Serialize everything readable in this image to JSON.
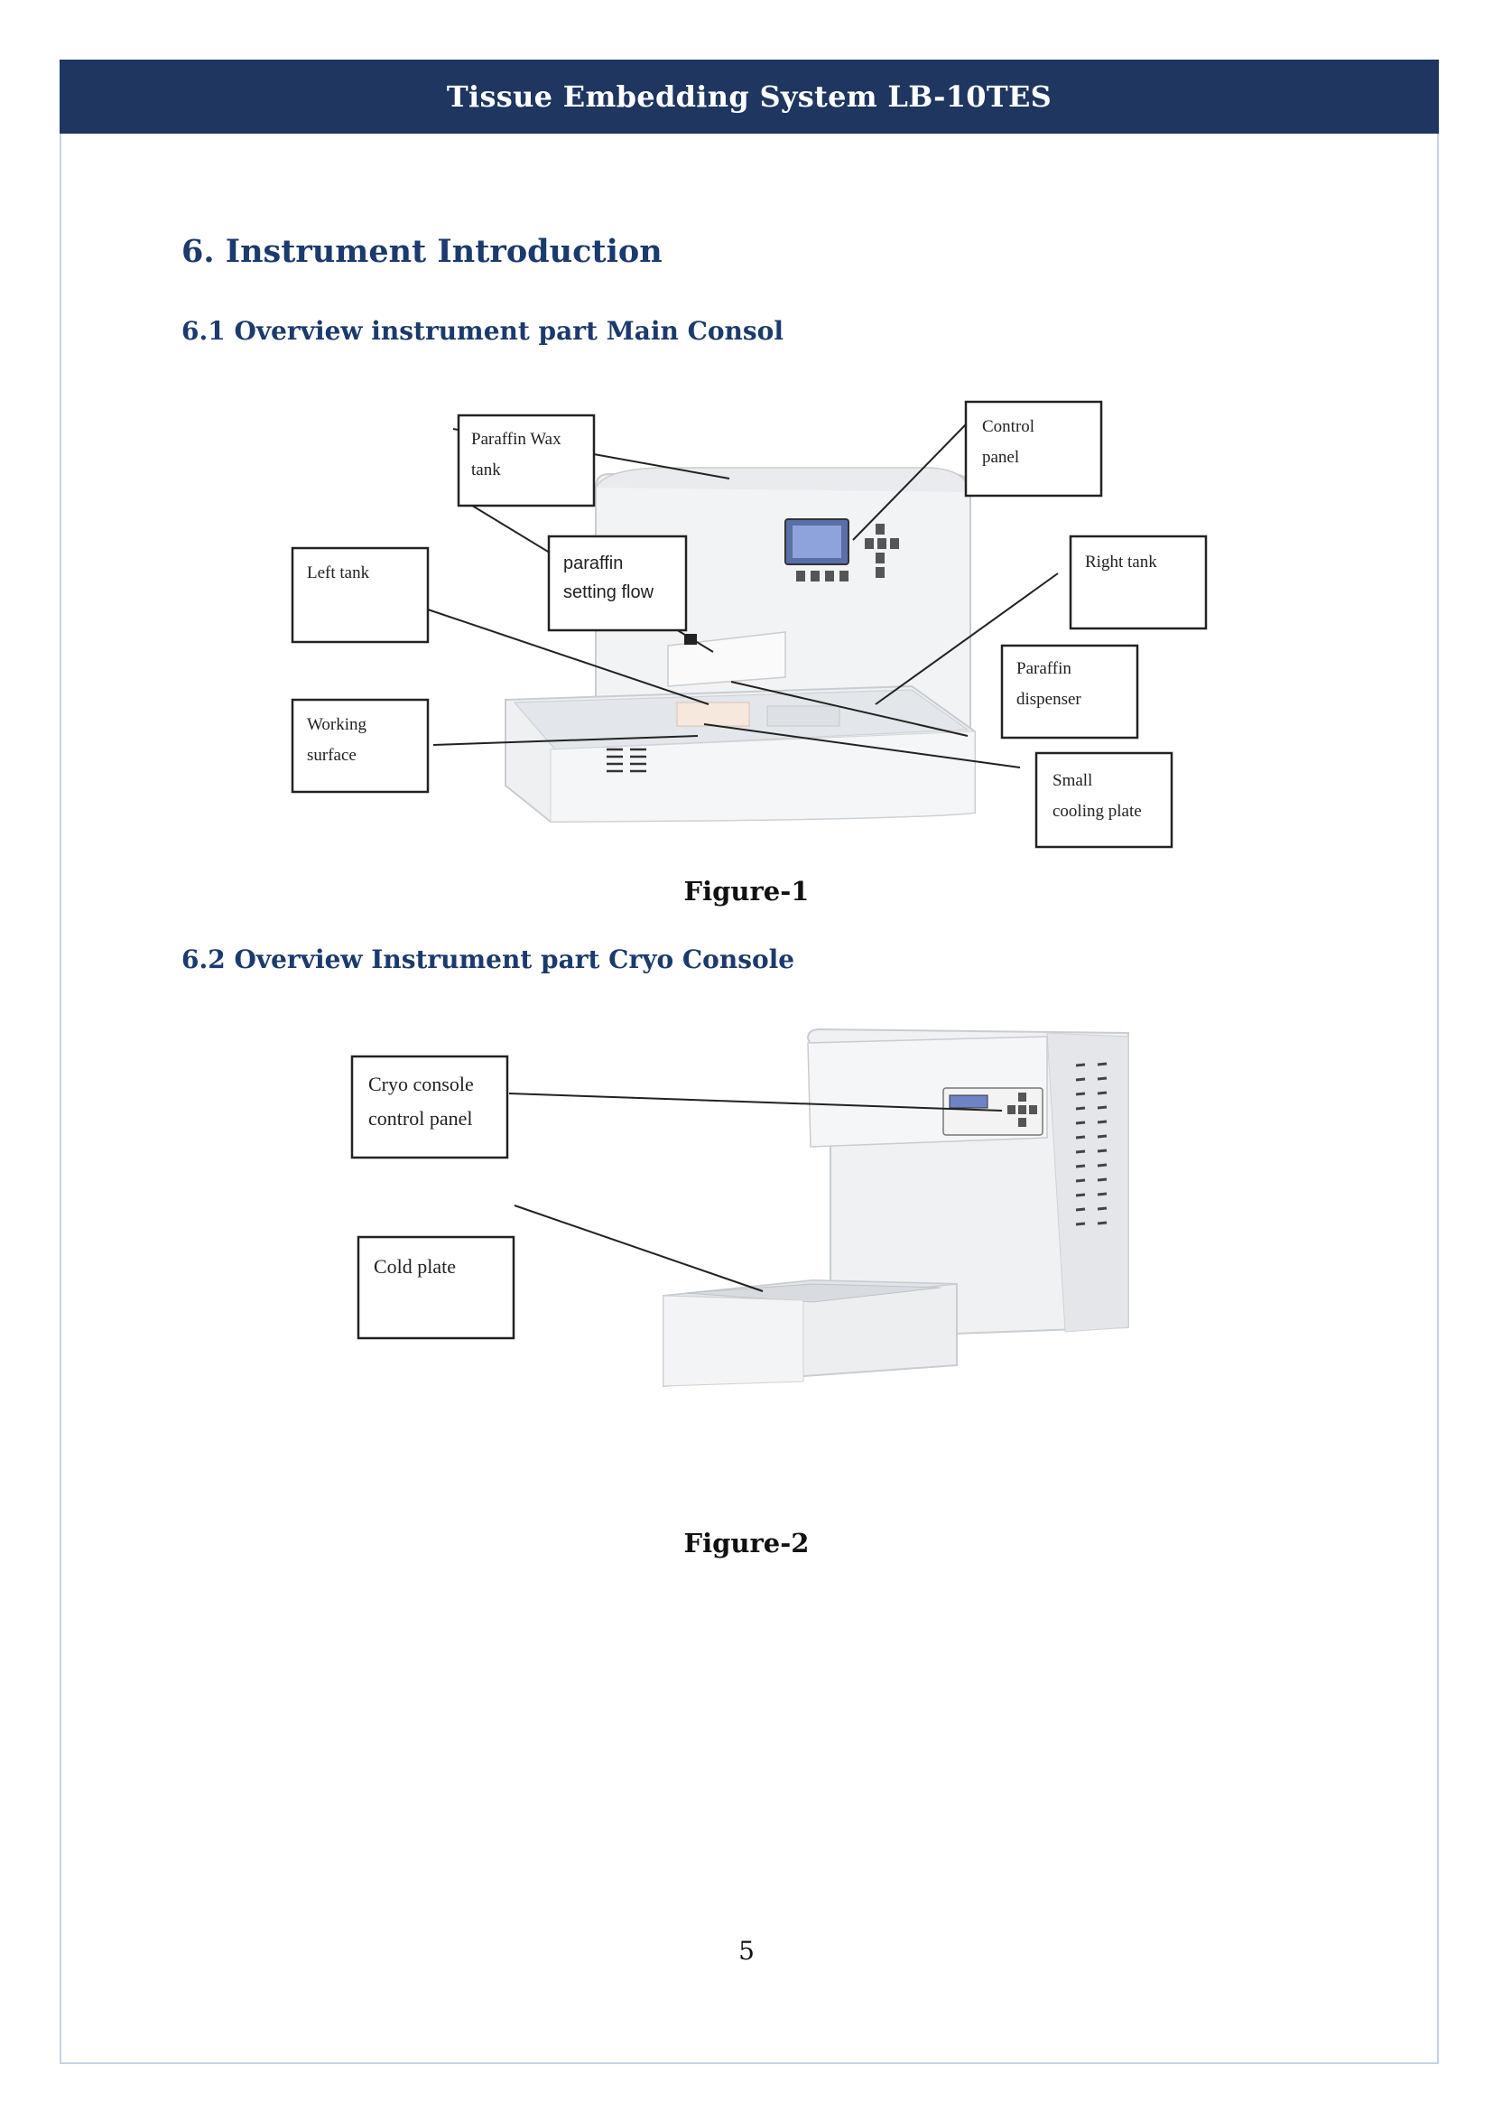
{
  "header": {
    "title": "Tissue Embedding System LB-10TES"
  },
  "section": {
    "title": "6.  Instrument Introduction"
  },
  "subsections": [
    {
      "title": "6.1  Overview instrument part Main Consol"
    },
    {
      "title": "6.2  Overview Instrument part Cryo Console"
    }
  ],
  "figure1": {
    "caption": "Figure-1",
    "callouts": {
      "paraffin_wax_tank": [
        "Paraffin  Wax",
        "tank"
      ],
      "control_panel": [
        "Control",
        "panel"
      ],
      "left_tank": [
        "Left tank"
      ],
      "paraffin_setting_flow": [
        "paraffin",
        "setting flow"
      ],
      "right_tank": [
        "Right tank"
      ],
      "paraffin_dispenser": [
        "Paraffin",
        "dispenser"
      ],
      "working_surface": [
        "Working",
        "surface"
      ],
      "small_cooling_plate": [
        "Small",
        "cooling plate"
      ]
    }
  },
  "figure2": {
    "caption": "Figure-2",
    "callouts": {
      "cryo_control_panel": [
        "Cryo console",
        "control panel"
      ],
      "cold_plate": [
        "Cold plate"
      ]
    }
  },
  "page_number": "5",
  "colors": {
    "header_bg": "#1e3660",
    "heading": "#1b3a6e",
    "frame": "#c5d3e4"
  }
}
